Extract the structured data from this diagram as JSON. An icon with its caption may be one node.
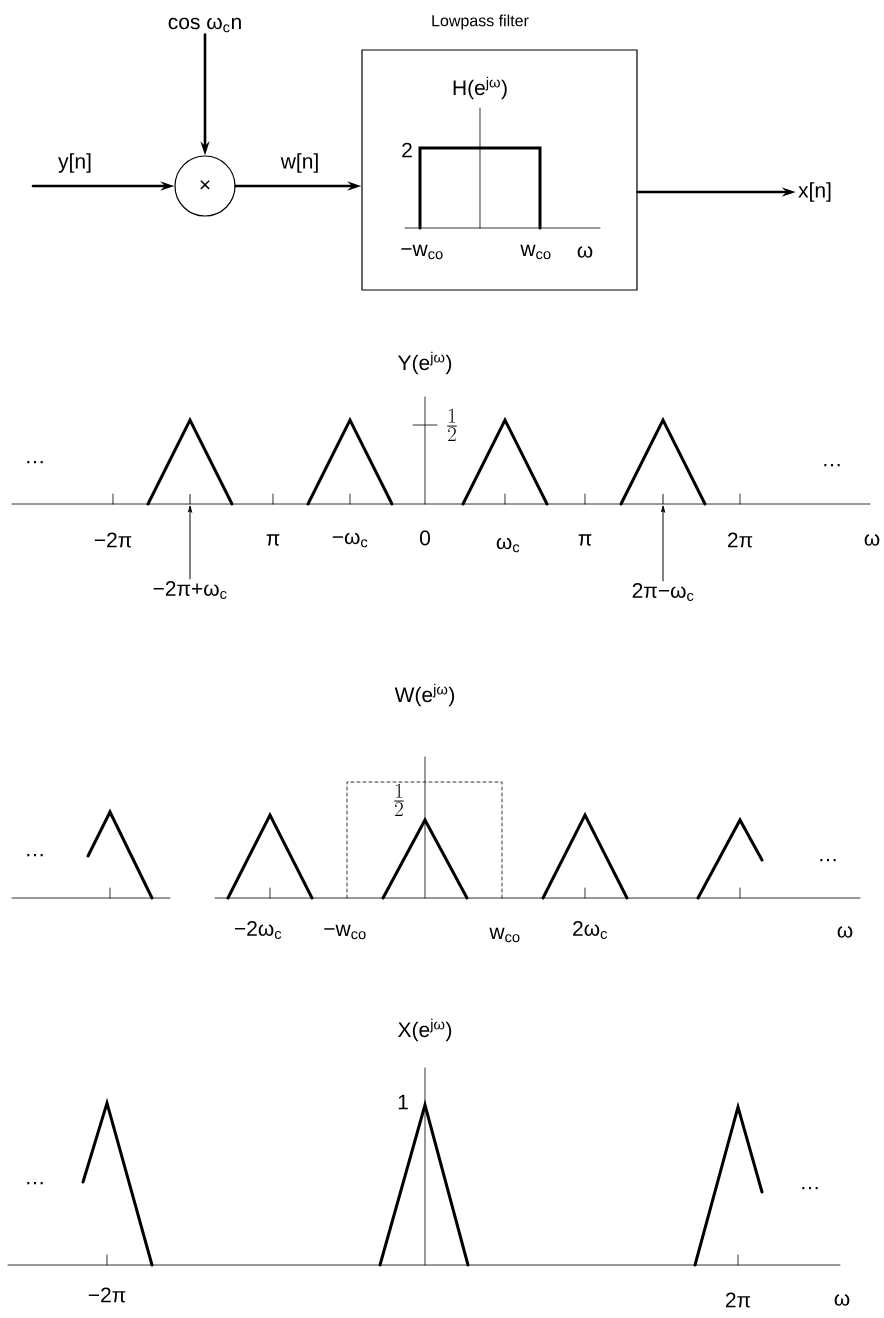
{
  "diagram": {
    "nodes": [
      {
        "text": [
          "cos ω$_{c}$n"
        ]
      },
      {
        "text": [
          "×"
        ]
      },
      {
        "text": [
          "Lowpass filter"
        ]
      },
      {
        "text": [
          "x[n]"
        ]
      },
      {
        "text": [
          "−2π+ω$_{c}$"
        ]
      },
      {
        "text": [
          "2π−ω$_{c}$"
        ]
      },
      {
        "text": [],
        "shape": "tick"
      },
      {
        "text": [],
        "shape": "tick"
      }
    ],
    "edges": [
      {
        "from": 0,
        "to": 1,
        "arrow": "to"
      },
      {
        "from": null,
        "to": 1,
        "arrow": "to",
        "label": "y[n]"
      },
      {
        "from": 1,
        "to": 2,
        "arrow": "to",
        "label": "w[n]"
      },
      {
        "from": 2,
        "to": 3,
        "arrow": "to"
      },
      {
        "from": 4,
        "to": 6,
        "arrow": "to"
      },
      {
        "from": 5,
        "to": 7,
        "arrow": "to"
      }
    ],
    "labels": [
      "H(e$^{jω}$)",
      "2",
      "−w$_{co}$",
      "w$_{co}$",
      "ω",
      "Y(e$^{jω}$)",
      "\\tfrac{1}{2}",
      "…",
      "…",
      "−2π",
      "π",
      "−ω$_{c}$",
      "0",
      "ω$_{c}$",
      "π",
      "2π",
      "ω",
      "W(e$^{jω}$)",
      "\\tfrac{1}{2}",
      "…",
      "…",
      "−2ω$_{c}$",
      "−w$_{co}$",
      "w$_{co}$",
      "2ω$_{c}$",
      "ω",
      "X(e$^{jω}$)",
      "1",
      "…",
      "…",
      "−2π",
      "2π",
      "ω"
    ]
  }
}
